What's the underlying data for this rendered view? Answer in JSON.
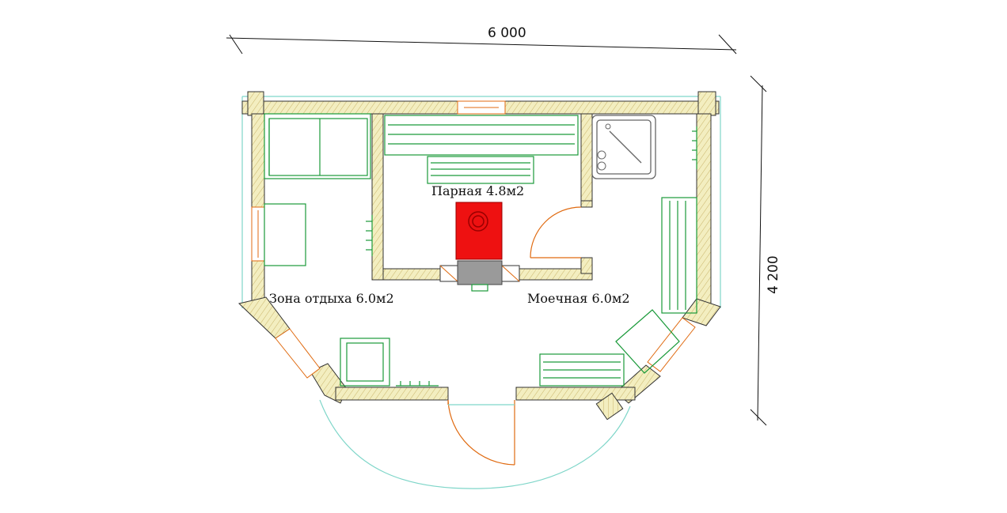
{
  "dimensions": {
    "width_label": "6 000",
    "height_label": "4 200"
  },
  "rooms": {
    "steam_room": "Парная 4.8м2",
    "rest_zone": "Зона отдыха 6.0м2",
    "washing_room": "Моечная 6.0м2"
  },
  "colors": {
    "wall_wood": "#f3eec0",
    "furniture": "#1a9a3a",
    "door": "#e06a10",
    "glazing": "#7fd6c9",
    "stove": "#ee1111",
    "stove_base": "#9a9a9a"
  }
}
